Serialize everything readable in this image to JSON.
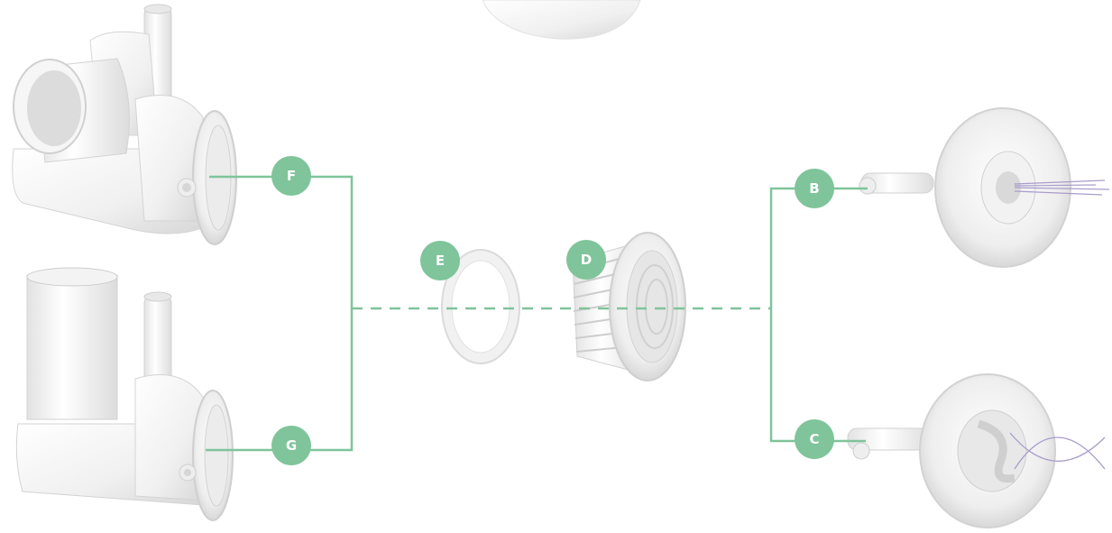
{
  "colors": {
    "badge": "#7fc49a",
    "connector": "#7fc49a",
    "part_white": "#f4f4f4",
    "part_shade": "#d9d9d9",
    "part_edge": "#c4c4c4",
    "water": "#a99ccc"
  },
  "labels": {
    "B": "B",
    "C": "C",
    "D": "D",
    "E": "E",
    "F": "F",
    "G": "G"
  }
}
